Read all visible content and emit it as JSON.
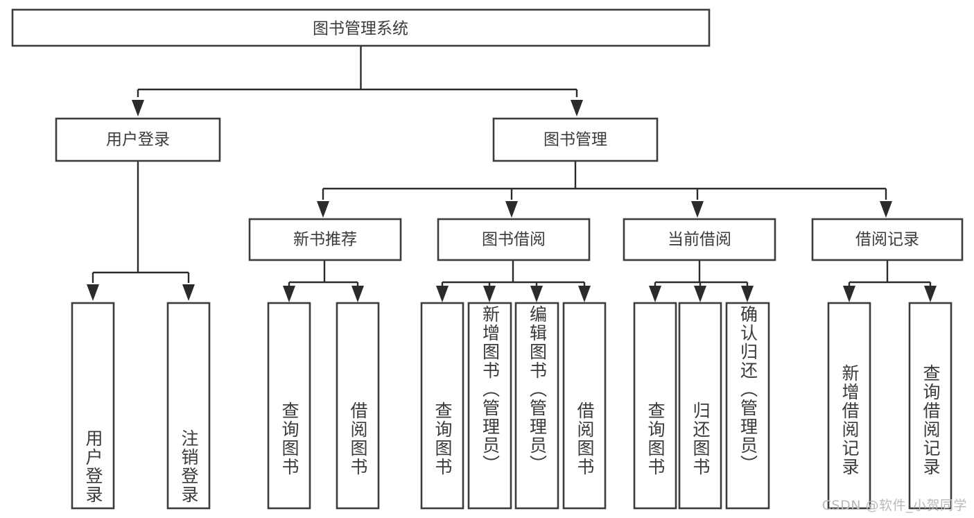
{
  "diagram": {
    "title": "图书管理系统",
    "type": "tree-hierarchy-diagram",
    "root": {
      "id": "root",
      "label": "图书管理系统"
    },
    "level2": [
      {
        "id": "user-login",
        "label": "用户登录"
      },
      {
        "id": "book-manage",
        "label": "图书管理"
      }
    ],
    "level3": [
      {
        "id": "new-book-rec",
        "label": "新书推荐",
        "parent": "book-manage"
      },
      {
        "id": "book-borrow",
        "label": "图书借阅",
        "parent": "book-manage"
      },
      {
        "id": "current-borrow",
        "label": "当前借阅",
        "parent": "book-manage"
      },
      {
        "id": "borrow-record",
        "label": "借阅记录",
        "parent": "book-manage"
      }
    ],
    "leaves": {
      "user_login": [
        {
          "id": "leaf-user-login",
          "label": "用户登录"
        },
        {
          "id": "leaf-logout",
          "label": "注销登录"
        }
      ],
      "new_book_rec": [
        {
          "id": "leaf-query-book-1",
          "label": "查询图书"
        },
        {
          "id": "leaf-borrow-book-1",
          "label": "借阅图书"
        }
      ],
      "book_borrow": [
        {
          "id": "leaf-query-book-2",
          "label": "查询图书"
        },
        {
          "id": "leaf-add-book",
          "label": "新增图书（管理员）"
        },
        {
          "id": "leaf-edit-book",
          "label": "编辑图书（管理员）"
        },
        {
          "id": "leaf-borrow-book-2",
          "label": "借阅图书"
        }
      ],
      "current_borrow": [
        {
          "id": "leaf-query-book-3",
          "label": "查询图书"
        },
        {
          "id": "leaf-return-book",
          "label": "归还图书"
        },
        {
          "id": "leaf-confirm-return",
          "label": "确认归还（管理员）"
        }
      ],
      "borrow_record": [
        {
          "id": "leaf-add-record",
          "label": "新增借阅记录"
        },
        {
          "id": "leaf-query-record",
          "label": "查询借阅记录"
        }
      ]
    }
  },
  "watermark": {
    "text": "CSDN @软件_小贺同学"
  },
  "colors": {
    "background": "#ffffff",
    "box_fill": "#ffffff",
    "box_stroke": "#3c3c3c",
    "connector": "#2b2b2b",
    "text": "#3a3a3a",
    "watermark": "#b9b9b9"
  }
}
